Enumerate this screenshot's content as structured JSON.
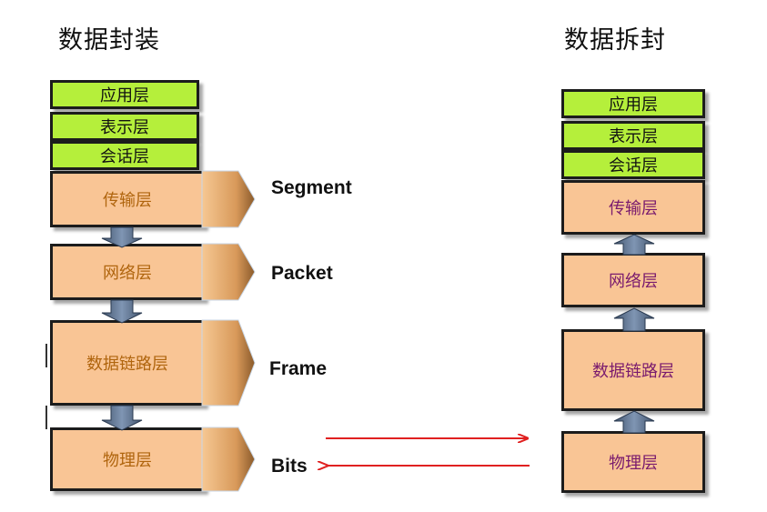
{
  "left": {
    "title": "数据封装",
    "layers": [
      "应用层",
      "表示层",
      "会话层",
      "传输层",
      "网络层",
      "数据链路层",
      "物理层"
    ],
    "pdu": [
      "Segment",
      "Packet",
      "Frame",
      "Bits"
    ]
  },
  "right": {
    "title": "数据拆封",
    "layers": [
      "应用层",
      "表示层",
      "会话层",
      "传输层",
      "网络层",
      "数据链路层",
      "物理层"
    ]
  },
  "colors": {
    "green": "#b5ef3b",
    "peach": "#f9c595",
    "arrow_red": "#e02020",
    "block_arrow": "#5a6f8c",
    "left_text": "#b0650e",
    "right_text": "#7a1b6e"
  }
}
